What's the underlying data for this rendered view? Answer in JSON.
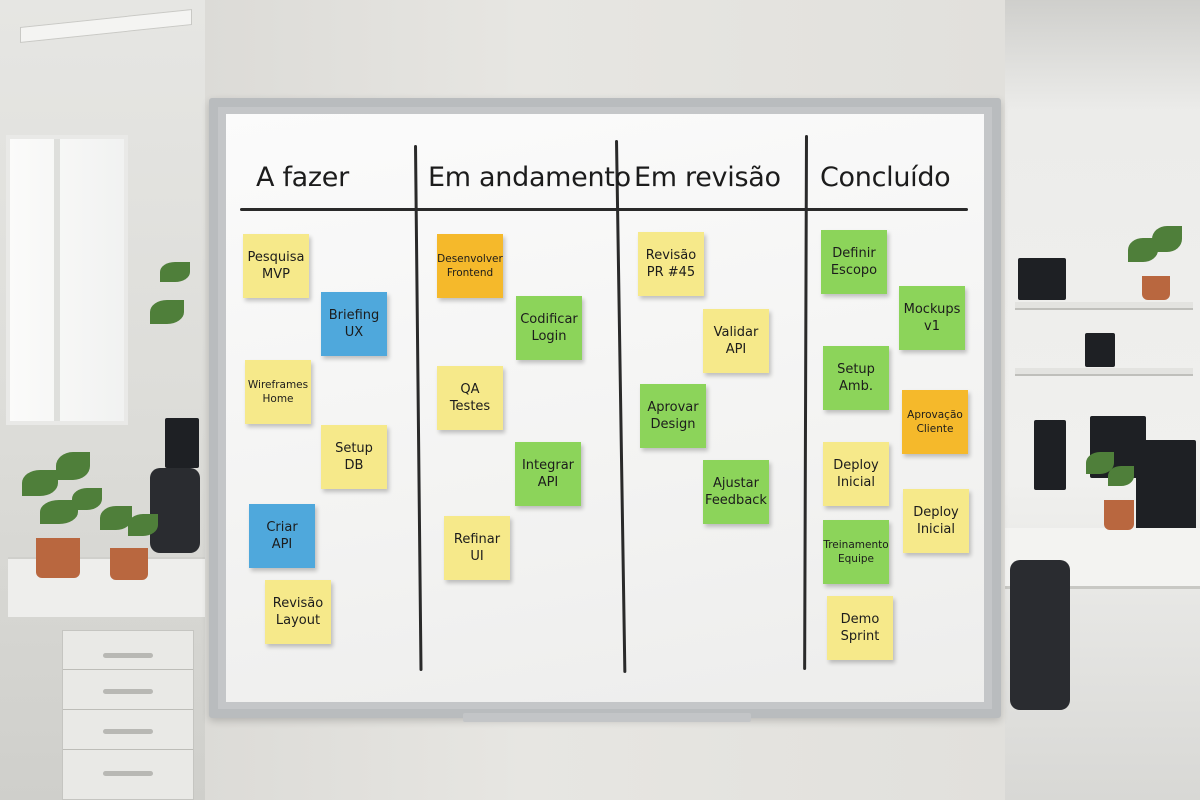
{
  "board": {
    "columns": [
      {
        "title": "A fazer",
        "notes": [
          {
            "text": "Pesquisa\nMVP",
            "color": "yellow"
          },
          {
            "text": "Briefing\nUX",
            "color": "blue"
          },
          {
            "text": "Wireframes\nHome",
            "color": "yellow"
          },
          {
            "text": "Setup\nDB",
            "color": "yellow"
          },
          {
            "text": "Criar\nAPI",
            "color": "blue"
          },
          {
            "text": "Revisão\nLayout",
            "color": "yellow"
          }
        ]
      },
      {
        "title": "Em andamento",
        "notes": [
          {
            "text": "Desenvolver\nFrontend",
            "color": "orange"
          },
          {
            "text": "Codificar\nLogin",
            "color": "green"
          },
          {
            "text": "QA\nTestes",
            "color": "yellow"
          },
          {
            "text": "Integrar\nAPI",
            "color": "green"
          },
          {
            "text": "Refinar\nUI",
            "color": "yellow"
          }
        ]
      },
      {
        "title": "Em revisão",
        "notes": [
          {
            "text": "Revisão\nPR #45",
            "color": "yellow"
          },
          {
            "text": "Validar\nAPI",
            "color": "yellow"
          },
          {
            "text": "Aprovar\nDesign",
            "color": "green"
          },
          {
            "text": "Ajustar\nFeedback",
            "color": "green"
          }
        ]
      },
      {
        "title": "Concluído",
        "notes": [
          {
            "text": "Definir\nEscopo",
            "color": "green"
          },
          {
            "text": "Mockups\nv1",
            "color": "green"
          },
          {
            "text": "Setup\nAmb.",
            "color": "green"
          },
          {
            "text": "Aprovação\nCliente",
            "color": "orange"
          },
          {
            "text": "Deploy\nInicial",
            "color": "yellow"
          },
          {
            "text": "Deploy\nInicial",
            "color": "yellow"
          },
          {
            "text": "Treinamento\nEquipe",
            "color": "green"
          },
          {
            "text": "Demo\nSprint",
            "color": "yellow"
          }
        ]
      }
    ]
  },
  "colors": {
    "yellow": "#f6e98a",
    "blue": "#4fa8dc",
    "orange": "#f5b92b",
    "green": "#8cd45a",
    "marker": "#2a2a2a"
  }
}
